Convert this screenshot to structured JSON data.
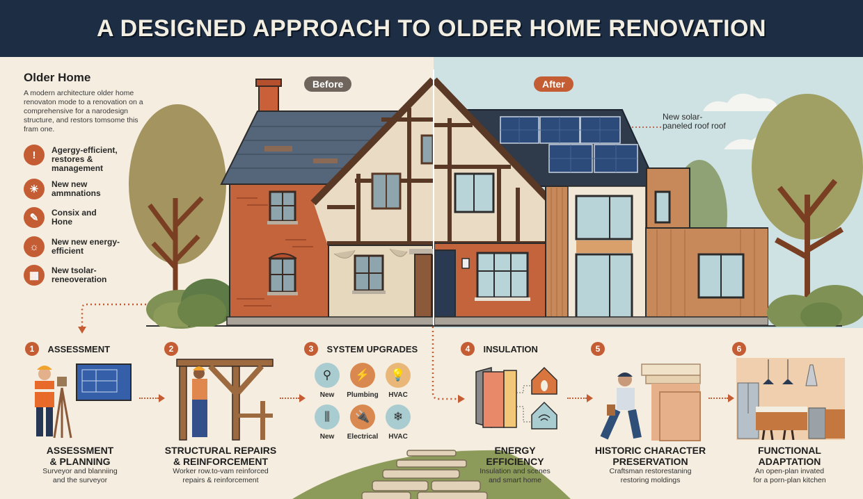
{
  "header": {
    "title": "A DESIGNED APPROACH TO OLDER HOME RENOVATION"
  },
  "intro": {
    "title": "Older Home",
    "body": "A modern architecture older home renovaton mode to a renovation on a comprehensive for a narodesign structure, and restors tomsome this fram one."
  },
  "features": [
    {
      "icon": "exclamation-icon",
      "glyph": "!",
      "label": "Agergy-efficient, restores & management"
    },
    {
      "icon": "lightbulb-icon",
      "glyph": "☀",
      "label": "New new ammnations"
    },
    {
      "icon": "tools-icon",
      "glyph": "✎",
      "label": "Consix and Hone"
    },
    {
      "icon": "bulb-glow-icon",
      "glyph": "☼",
      "label": "New new energy-efficient"
    },
    {
      "icon": "calculator-icon",
      "glyph": "▦",
      "label": "New tsolar-reneoveration"
    }
  ],
  "comparison": {
    "before_label": "Before",
    "after_label": "After",
    "solar_note": "New solar-paneled roof roof"
  },
  "colors": {
    "navy": "#1d2d44",
    "accent": "#c45d33",
    "background": "#f4ede0",
    "sky": "#cfe2e3",
    "before_pill": "#6f655c"
  },
  "steps": [
    {
      "number": "1",
      "label": "ASSESSMENT",
      "title_1": "ASSESSMENT",
      "title_2": "& PLANNING",
      "desc_1": "Surveyor and blanniing",
      "desc_2": "and the surveyor"
    },
    {
      "number": "2",
      "label": "",
      "title_1": "STRUCTURAL REPAIRS",
      "title_2": "& REINFORCEMENT",
      "desc_1": "Worker row.to-vam reinforced",
      "desc_2": "repairs & reinforcement"
    },
    {
      "number": "3",
      "label": "SYSTEM UPGRADES",
      "title_1": "",
      "title_2": "",
      "desc_1": "",
      "desc_2": ""
    },
    {
      "number": "4",
      "label": "INSULATION",
      "title_1": "ENERGY",
      "title_2": "EFFICIENCY",
      "desc_1": "Insulation and scenes",
      "desc_2": "and smart home"
    },
    {
      "number": "5",
      "label": "",
      "title_1": "HISTORIC CHARACTER",
      "title_2": "PRESERVATION",
      "desc_1": "Craftsman restorestaning",
      "desc_2": "restoring moldings"
    },
    {
      "number": "6",
      "label": "",
      "title_1": "FUNCTIONAL",
      "title_2": "ADAPTATION",
      "desc_1": "An open-plan invated",
      "desc_2": "for a porn-plan kitchen"
    }
  ],
  "system_upgrades": [
    {
      "icon": "faucet-icon",
      "glyph": "⚲",
      "label": "New",
      "color": "#a9ccd0"
    },
    {
      "icon": "lightning-icon",
      "glyph": "⚡",
      "label": "Plumbing",
      "color": "#d9894f"
    },
    {
      "icon": "lightbulb-icon",
      "glyph": "💡",
      "label": "HVAC",
      "color": "#e9b879"
    },
    {
      "icon": "pipes-icon",
      "glyph": "⫼",
      "label": "New",
      "color": "#a9ccd0"
    },
    {
      "icon": "plug-icon",
      "glyph": "🔌",
      "label": "Electrical",
      "color": "#d9894f"
    },
    {
      "icon": "ac-unit-icon",
      "glyph": "❄",
      "label": "HVAC",
      "color": "#a9ccd0"
    }
  ]
}
